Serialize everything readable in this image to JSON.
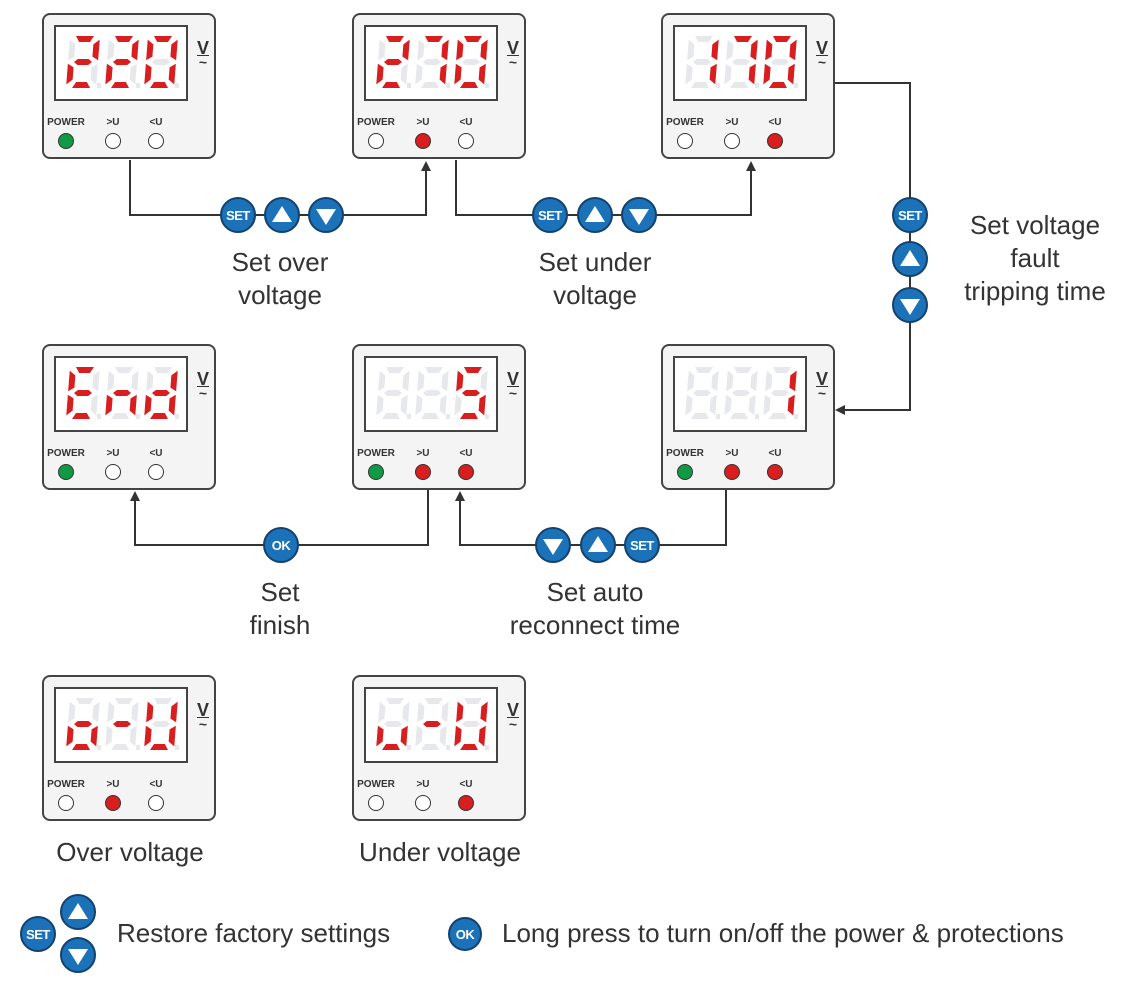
{
  "colors": {
    "segment_on": "#d81e1e",
    "segment_off": "#e6e8ec",
    "led_green": "#119a44",
    "led_red": "#d81e1e",
    "button_blue": "#1b72b8",
    "line": "#333333"
  },
  "indicator_labels": [
    "POWER",
    ">U",
    "<U"
  ],
  "unit_symbol": "V",
  "unit_tilde": "~",
  "devices": [
    {
      "id": "d1",
      "display": "220",
      "leds": [
        "green",
        "off",
        "off"
      ]
    },
    {
      "id": "d2",
      "display": "270",
      "leds": [
        "off",
        "red",
        "off"
      ]
    },
    {
      "id": "d3",
      "display": "170",
      "leds": [
        "off",
        "off",
        "red"
      ]
    },
    {
      "id": "d4",
      "display": "End",
      "leds": [
        "green",
        "off",
        "off"
      ]
    },
    {
      "id": "d5",
      "display": "  5",
      "leds": [
        "green",
        "red",
        "red"
      ]
    },
    {
      "id": "d6",
      "display": "  1",
      "leds": [
        "green",
        "red",
        "red"
      ]
    },
    {
      "id": "d7",
      "display": "o-U",
      "leds": [
        "off",
        "red",
        "off"
      ]
    },
    {
      "id": "d8",
      "display": "u-U",
      "leds": [
        "off",
        "off",
        "red"
      ]
    }
  ],
  "steps": {
    "over_voltage": {
      "line1": "Set over",
      "line2": "voltage",
      "buttons": [
        "SET",
        "up",
        "down"
      ]
    },
    "under_voltage": {
      "line1": "Set under",
      "line2": "voltage",
      "buttons": [
        "SET",
        "up",
        "down"
      ]
    },
    "fault_time": {
      "line1": "Set voltage",
      "line2": "fault",
      "line3": "tripping time",
      "buttons": [
        "SET",
        "up",
        "down"
      ]
    },
    "reconnect_time": {
      "line1": "Set auto",
      "line2": "reconnect time",
      "buttons": [
        "down",
        "up",
        "SET"
      ]
    },
    "finish": {
      "line1": "Set",
      "line2": "finish",
      "buttons": [
        "OK"
      ]
    }
  },
  "status_captions": {
    "over": "Over voltage",
    "under": "Under voltage"
  },
  "buttons": {
    "set": "SET",
    "ok": "OK"
  },
  "legend": {
    "restore": "Restore factory settings",
    "long_press": "Long press to turn on/off the power & protections"
  }
}
